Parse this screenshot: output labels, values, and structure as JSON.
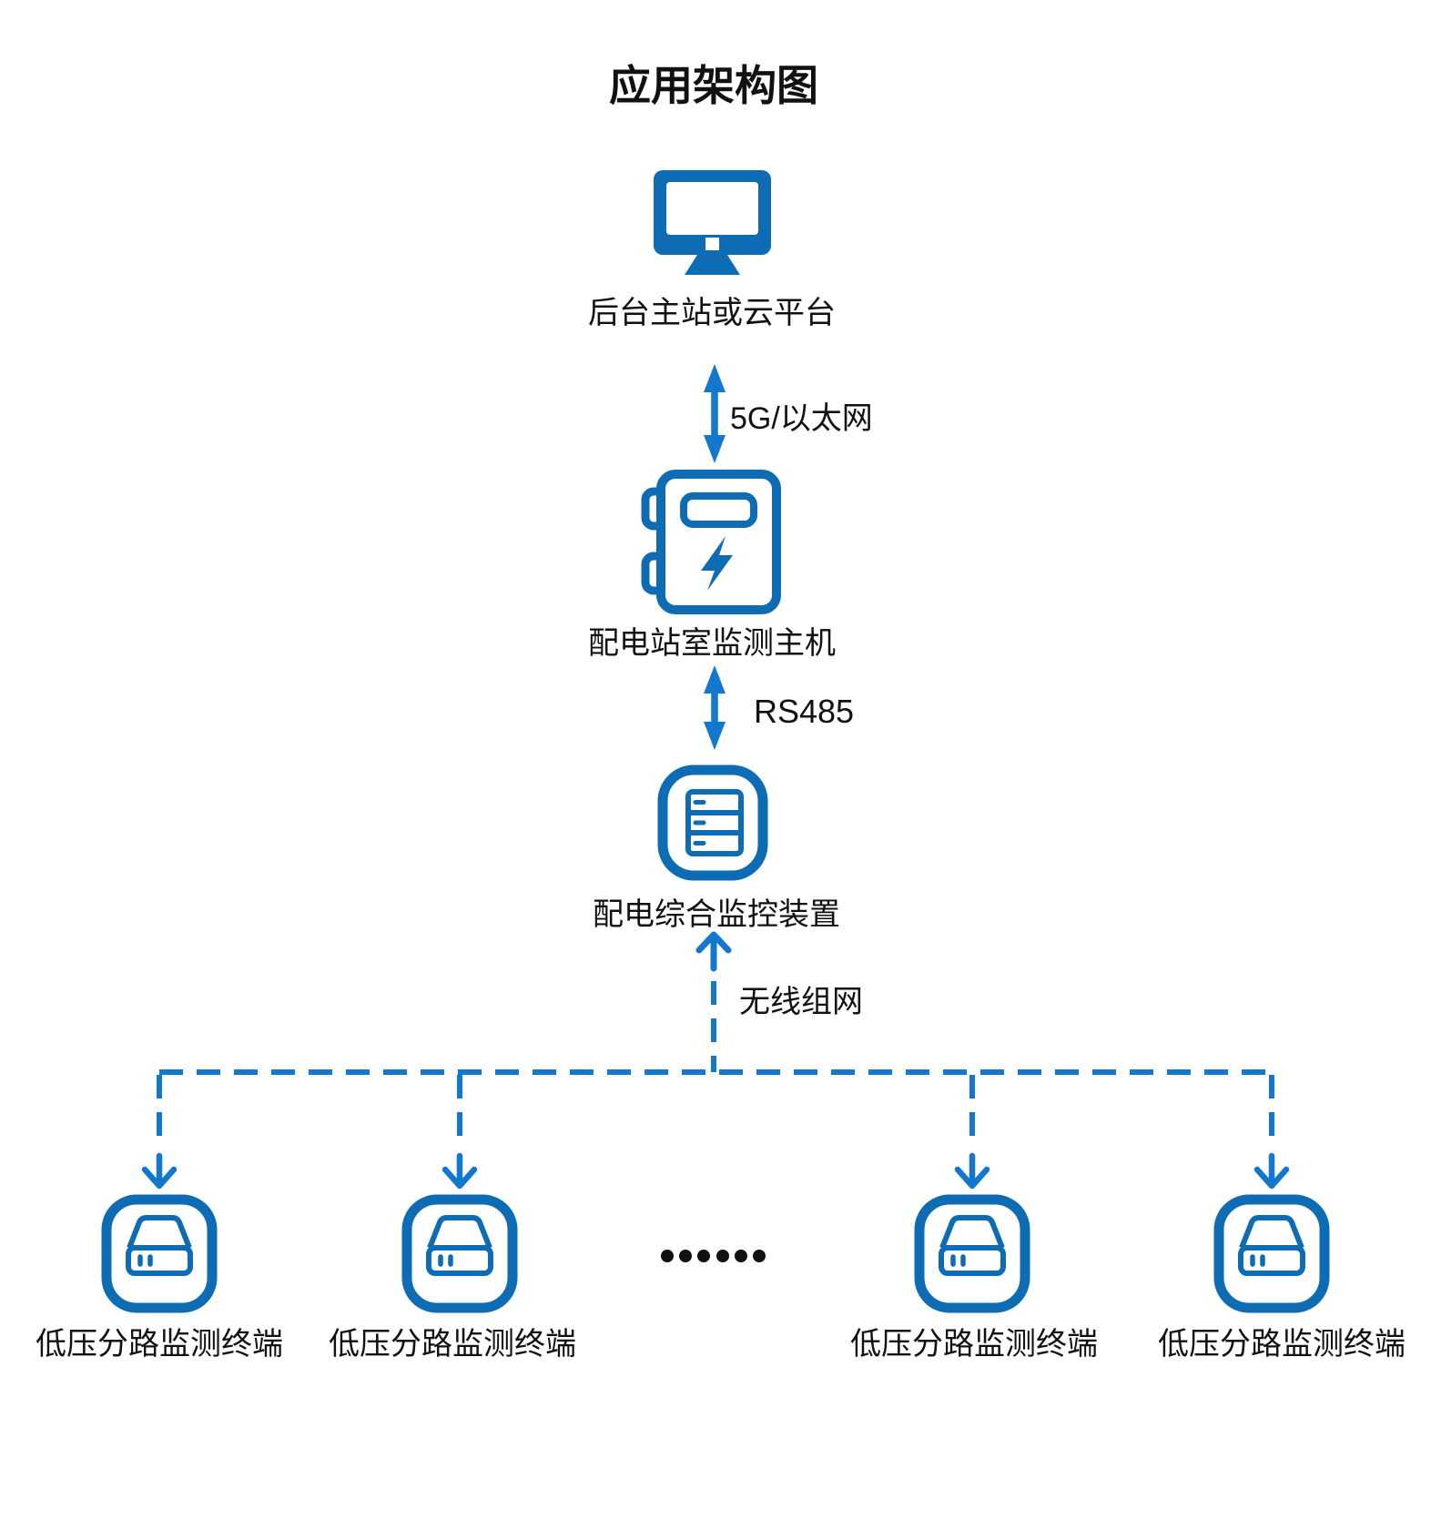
{
  "title": "应用架构图",
  "colors": {
    "icon_blue": "#0e6cb5",
    "connector_blue": "#1377ce",
    "text_black": "#111111",
    "background": "#ffffff"
  },
  "nodes": {
    "cloud_platform": {
      "label": "后台主站或云平台",
      "icon": "monitor-icon"
    },
    "station_host": {
      "label": "配电站室监测主机",
      "icon": "power-distribution-box-icon"
    },
    "monitoring_device": {
      "label": "配电综合监控装置",
      "icon": "server-device-icon"
    },
    "terminals": [
      {
        "label": "低压分路监测终端",
        "icon": "terminal-device-icon"
      },
      {
        "label": "低压分路监测终端",
        "icon": "terminal-device-icon"
      },
      {
        "label": "低压分路监测终端",
        "icon": "terminal-device-icon"
      },
      {
        "label": "低压分路监测终端",
        "icon": "terminal-device-icon"
      }
    ]
  },
  "links": {
    "cloud_to_host": {
      "label": "5G/以太网",
      "style": "solid-double-arrow"
    },
    "host_to_device": {
      "label": "RS485",
      "style": "solid-double-arrow"
    },
    "device_to_terminals": {
      "label": "无线组网",
      "style": "dashed-arrow"
    }
  },
  "ellipsis": "……"
}
